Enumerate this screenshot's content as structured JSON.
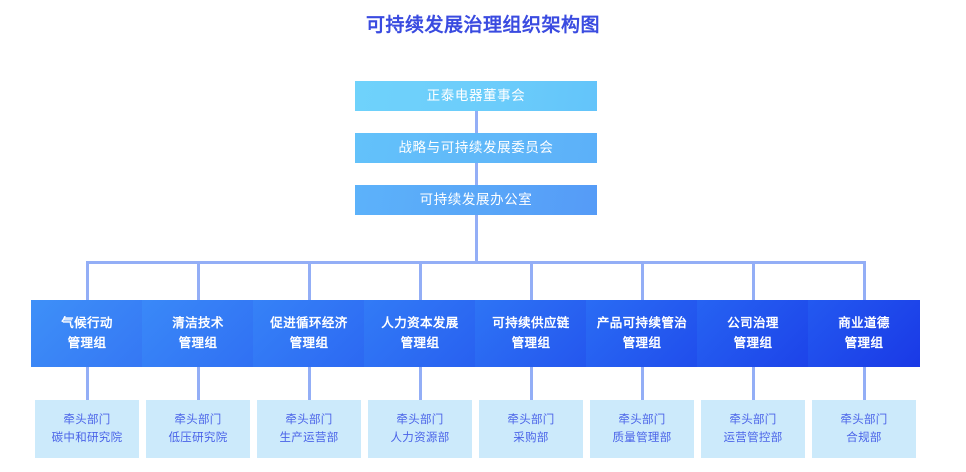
{
  "title": "可持续发展治理组织架构图",
  "theme": {
    "title_color": "#3A4BE0",
    "connector_color": "#93AEF6",
    "top_box_start": "#6FD2FB",
    "top_box_end": "#559BF7",
    "group_box_start": "#3A86F7",
    "group_box_end": "#2A3FE0",
    "dept_box_bg": "#CCEAFB",
    "dept_box_text": "#4A63E8"
  },
  "top_chain": [
    {
      "label": "正泰电器董事会"
    },
    {
      "label": "战略与可持续发展委员会"
    },
    {
      "label": "可持续发展办公室"
    }
  ],
  "columns": [
    {
      "group": {
        "line1": "气候行动",
        "line2": "管理组"
      },
      "dept": {
        "line1": "牵头部门",
        "line2": "碳中和研究院"
      }
    },
    {
      "group": {
        "line1": "清洁技术",
        "line2": "管理组"
      },
      "dept": {
        "line1": "牵头部门",
        "line2": "低压研究院"
      }
    },
    {
      "group": {
        "line1": "促进循环经济",
        "line2": "管理组"
      },
      "dept": {
        "line1": "牵头部门",
        "line2": "生产运营部"
      }
    },
    {
      "group": {
        "line1": "人力资本发展",
        "line2": "管理组"
      },
      "dept": {
        "line1": "牵头部门",
        "line2": "人力资源部"
      }
    },
    {
      "group": {
        "line1": "可持续供应链",
        "line2": "管理组"
      },
      "dept": {
        "line1": "牵头部门",
        "line2": "采购部"
      }
    },
    {
      "group": {
        "line1": "产品可持续管治",
        "line2": "管理组"
      },
      "dept": {
        "line1": "牵头部门",
        "line2": "质量管理部"
      }
    },
    {
      "group": {
        "line1": "公司治理",
        "line2": "管理组"
      },
      "dept": {
        "line1": "牵头部门",
        "line2": "运营管控部"
      }
    },
    {
      "group": {
        "line1": "商业道德",
        "line2": "管理组"
      },
      "dept": {
        "line1": "牵头部门",
        "line2": "合规部"
      }
    }
  ]
}
